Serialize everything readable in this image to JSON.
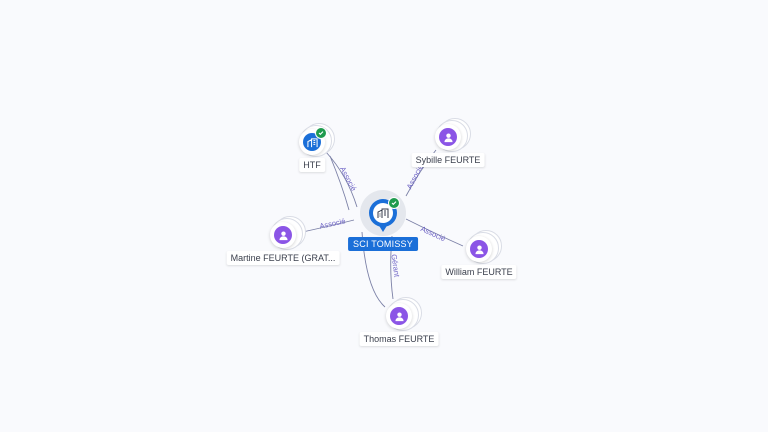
{
  "graph": {
    "center": {
      "name": "SCI TOMISSY",
      "icon": "building-icon",
      "verified": true,
      "color": "#1b6fd8"
    },
    "nodes": [
      {
        "id": "htf",
        "name": "HTF",
        "kind": "company",
        "icon": "building-icon",
        "verified": true
      },
      {
        "id": "sybille",
        "name": "Sybille FEURTE",
        "kind": "person",
        "icon": "person-icon"
      },
      {
        "id": "martine",
        "name": "Martine FEURTE (GRAT...",
        "kind": "person",
        "icon": "person-icon"
      },
      {
        "id": "william",
        "name": "William FEURTE",
        "kind": "person",
        "icon": "person-icon"
      },
      {
        "id": "thomas",
        "name": "Thomas FEURTE",
        "kind": "person",
        "icon": "person-icon"
      }
    ],
    "edges": [
      {
        "from": "htf",
        "label": "Associé"
      },
      {
        "from": "htf",
        "label": "Associé"
      },
      {
        "from": "sybille",
        "label": "Associé"
      },
      {
        "from": "martine",
        "label": "Associé"
      },
      {
        "from": "william",
        "label": "Associé"
      },
      {
        "from": "thomas",
        "label": "Gérant"
      },
      {
        "from": "thomas",
        "label": "Associé"
      }
    ],
    "colors": {
      "person": "#8b55e6",
      "company": "#1b6fd8",
      "verified": "#1f9b4e",
      "edge": "#7b80a6",
      "edge_label": "#6a5fc4"
    }
  }
}
